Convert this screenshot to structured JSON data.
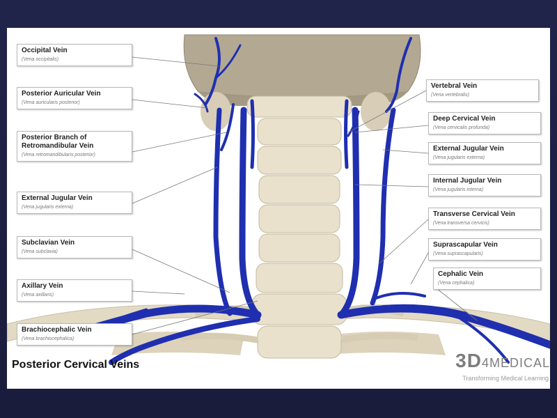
{
  "title": "Posterior Cervical Veins",
  "brand": {
    "logo_main": "3D",
    "logo_num": "4",
    "logo_rest": "MEDICAL",
    "tagline": "Transforming Medical Learning"
  },
  "labels": {
    "occipital": {
      "en": "Occipital Vein",
      "la": "(Vena occipitalis)"
    },
    "posterior_auricular": {
      "en": "Posterior Auricular Vein",
      "la": "(Vena auricularis posterior)"
    },
    "retromandibular": {
      "en": "Posterior Branch of Retromandibular Vein",
      "la": "(Vena retromandibularis posterior)"
    },
    "external_jugular_left": {
      "en": "External Jugular Vein",
      "la": "(Vena jugularis externa)"
    },
    "subclavian": {
      "en": "Subclavian Vein",
      "la": "(Vena subclavia)"
    },
    "axillary": {
      "en": "Axillary Vein",
      "la": "(Vena axillaris)"
    },
    "brachiocephalic": {
      "en": "Brachiocephalic Vein",
      "la": "(Vena brachiocephalica)"
    },
    "vertebral": {
      "en": "Vertebral Vein",
      "la": "(Vena vertebralis)"
    },
    "deep_cervical": {
      "en": "Deep Cervical Vein",
      "la": "(Vena cervicalis profunda)"
    },
    "external_jugular_right": {
      "en": "External Jugular Vein",
      "la": "(Vena jugularis externa)"
    },
    "internal_jugular": {
      "en": "Internal Jugular Vein",
      "la": "(Vena jugularis interna)"
    },
    "transverse_cervical": {
      "en": "Transverse Cervical Vein",
      "la": "(Vena transversa cervicis)"
    },
    "suprascapular": {
      "en": "Suprascapular Vein",
      "la": "(Vena suprascapularis)"
    },
    "cephalic": {
      "en": "Cephalic Vein",
      "la": "(Vena cephalica)"
    }
  },
  "colors": {
    "vein": "#1f2fb0",
    "bone": "#e9e1cc",
    "skull": "#b3a892",
    "background": "#21244a"
  }
}
